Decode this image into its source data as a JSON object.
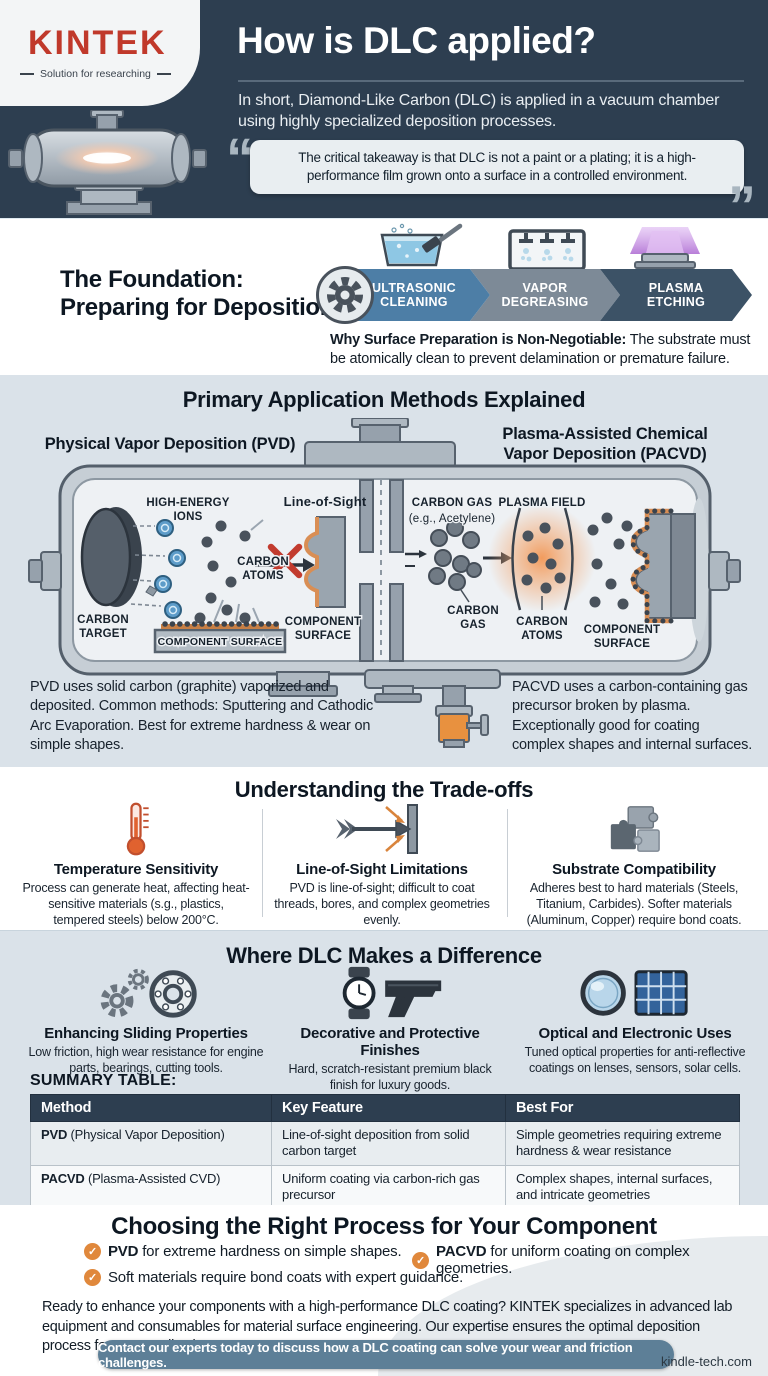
{
  "brand": {
    "name": "KINTEK",
    "tagline": "Solution for researching",
    "website": "kindle-tech.com"
  },
  "header": {
    "title": "How is DLC applied?",
    "intro": "In short, Diamond-Like Carbon (DLC) is applied in a vacuum chamber using highly specialized deposition processes.",
    "quote": "The critical takeaway is that DLC is not a paint or a plating; it is a high-performance film grown onto a surface in a controlled environment."
  },
  "foundation": {
    "title_line1": "The Foundation:",
    "title_line2": "Preparing for Deposition",
    "steps": [
      {
        "label": "ULTRASONIC CLEANING"
      },
      {
        "label": "VAPOR DEGREASING"
      },
      {
        "label": "PLASMA ETCHING"
      }
    ],
    "note_bold": "Why Surface Preparation is Non-Negotiable:",
    "note_rest": " The substrate must be atomically clean to prevent delamination or premature failure."
  },
  "methods": {
    "title": "Primary Application Methods Explained",
    "pvd": {
      "heading": "Physical Vapor Deposition (PVD)",
      "desc": "PVD uses solid carbon (graphite) vaporized and deposited. Common methods: Sputtering and Cathodic Arc Evaporation. Best for extreme hardness & wear on simple shapes.",
      "labels": {
        "ions_1": "HIGH-ENERGY",
        "ions_2": "IONS",
        "atoms_1": "CARBON",
        "atoms_2": "ATOMS",
        "target_1": "CARBON",
        "target_2": "TARGET",
        "surface_box": "COMPONENT SURFACE",
        "line_of_sight": "Line-of-Sight",
        "surface_1": "COMPONENT",
        "surface_2": "SURFACE"
      }
    },
    "pacvd": {
      "heading": "Plasma-Assisted Chemical Vapor Deposition (PACVD)",
      "desc": "PACVD uses a carbon-containing gas precursor broken by plasma. Exceptionally good for coating complex shapes and internal surfaces.",
      "labels": {
        "gas_title": "CARBON GAS",
        "gas_sub": "(e.g., Acetylene)",
        "plasma": "PLASMA FIELD",
        "gas_1": "CARBON",
        "gas_2": "GAS",
        "atoms_1": "CARBON",
        "atoms_2": "ATOMS",
        "surface_1": "COMPONENT",
        "surface_2": "SURFACE"
      }
    }
  },
  "tradeoffs": {
    "title": "Understanding the Trade-offs",
    "items": [
      {
        "icon": "thermometer-icon",
        "title": "Temperature Sensitivity",
        "text": "Process can generate heat, affecting heat-sensitive materials (s.g., plastics, tempered steels) below 200°C."
      },
      {
        "icon": "arrow-plate-icon",
        "title": "Line-of-Sight Limitations",
        "text": "PVD is line-of-sight; difficult to coat threads, bores, and complex geometries evenly."
      },
      {
        "icon": "puzzle-icon",
        "title": "Substrate Compatibility",
        "text": "Adheres best to hard materials (Steels, Titanium, Carbides). Softer materials (Aluminum, Copper) require bond coats."
      }
    ]
  },
  "applications": {
    "title": "Where DLC Makes a Difference",
    "items": [
      {
        "icon": "gears-bearing-icon",
        "title": "Enhancing Sliding Properties",
        "text": "Low friction, high wear resistance for engine parts, bearings, cutting tools."
      },
      {
        "icon": "watch-pistol-icon",
        "title": "Decorative and Protective Finishes",
        "text": "Hard, scratch-resistant premium black finish for luxury goods."
      },
      {
        "icon": "lens-solar-icon",
        "title": "Optical and Electronic Uses",
        "text": "Tuned optical properties for anti-reflective coatings on lenses, sensors, solar cells."
      }
    ]
  },
  "summary_table": {
    "title": "SUMMARY TABLE:",
    "headers": [
      "Method",
      "Key Feature",
      "Best For"
    ],
    "rows": [
      {
        "method_bold": "PVD",
        "method_rest": " (Physical Vapor Deposition)",
        "feature": "Line-of-sight deposition from solid carbon target",
        "best": "Simple geometries requiring extreme hardness & wear resistance"
      },
      {
        "method_bold": "PACVD",
        "method_rest": " (Plasma-Assisted CVD)",
        "feature": "Uniform coating via carbon-rich gas precursor",
        "best": "Complex shapes, internal surfaces, and intricate geometries"
      }
    ]
  },
  "choosing": {
    "title": "Choosing the Right Process for Your Component",
    "checks": [
      {
        "bold": "PVD",
        "rest": " for extreme hardness on simple shapes."
      },
      {
        "bold": "PACVD",
        "rest": " for uniform coating on complex geometries."
      },
      {
        "bold": "",
        "rest": "Soft materials require bond coats with expert guidance."
      }
    ],
    "outro": "Ready to enhance your components with a high-performance DLC coating? KINTEK specializes in advanced lab equipment and consumables for material surface engineering. Our expertise ensures the optimal deposition process for your application.",
    "cta": "Contact our experts today to discuss how a DLC coating can solve your wear and friction challenges."
  },
  "colors": {
    "header_bg": "#2d3e50",
    "logo_red": "#c0392b",
    "section_alt_bg": "#dae2e9",
    "accent_orange": "#e8913f",
    "step_blue": "#4d7ea6",
    "step_gray": "#7d8a97",
    "step_dark": "#3c5266",
    "plasma_purple": "#b477d6",
    "table_header_bg": "#2d3e50",
    "cta_bg": "#5d7f97"
  }
}
